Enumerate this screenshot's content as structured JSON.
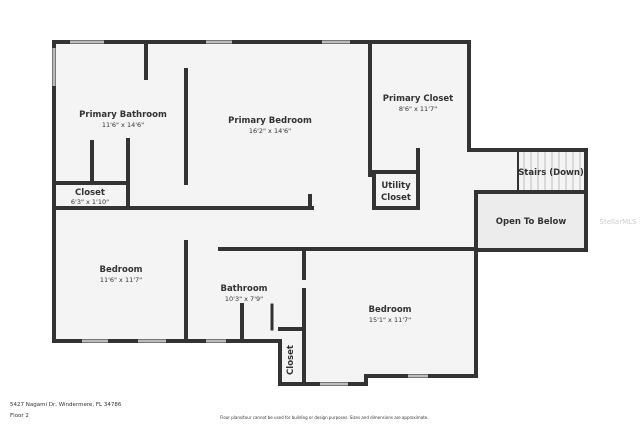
{
  "rooms": [
    {
      "name": "Primary Bathroom",
      "dims": "11'6\" x 14'6\""
    },
    {
      "name": "Primary Bedroom",
      "dims": "16'2\" x 14'6\""
    },
    {
      "name": "Primary Closet",
      "dims": "8'6\" x 11'7\""
    },
    {
      "name": "Closet",
      "dims": "6'3\" x 1'10\""
    },
    {
      "name": "Utility",
      "dims": "Closet"
    },
    {
      "name": "Stairs (Down)"
    },
    {
      "name": "Open To Below"
    },
    {
      "name": "Bedroom",
      "dims": "11'6\" x 11'7\""
    },
    {
      "name": "Bathroom",
      "dims": "10'3\" x 7'9\""
    },
    {
      "name": "Bedroom",
      "dims": "15'1\" x 11'7\""
    },
    {
      "name": "Closet"
    }
  ],
  "footer": {
    "address": "5427 Nagami Dr, Windermere, FL 34786",
    "floor": "Floor 2",
    "disclaimer": "Floor plans/tour cannot be used for building or design purposes. Sizes and dimensions are approximate."
  },
  "watermark": "StellarMLS",
  "colors": {
    "wall": "#333333",
    "floor": "#f4f4f4",
    "open": "#ececec"
  }
}
